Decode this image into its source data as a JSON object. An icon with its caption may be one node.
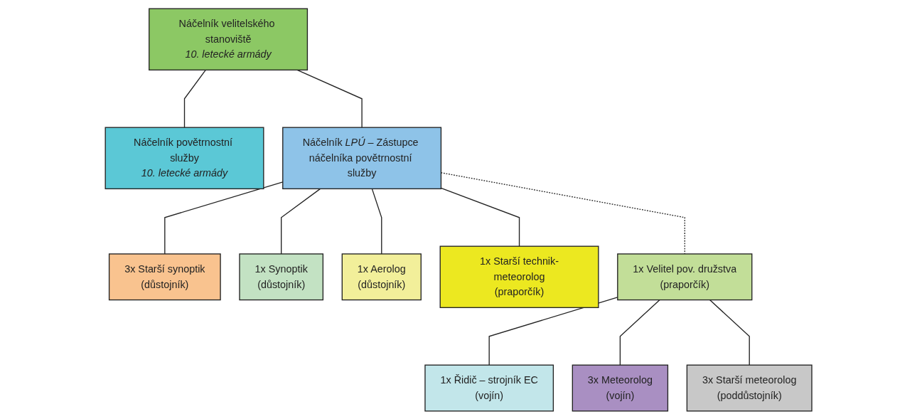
{
  "diagram": {
    "nodes": [
      {
        "text": [
          "Náčelník velitelského stanoviště",
          "10. letecké armády"
        ]
      },
      {
        "text": [
          "Náčelník povětrnostní služby",
          "10. letecké armády"
        ]
      },
      {
        "text": [
          "Náčelník *LPÚ* – Zástupce náčelníka povětrnostní služby"
        ]
      },
      {
        "text": [
          "3x Starší synoptik",
          "(důstojník)"
        ]
      },
      {
        "text": [
          "1x Synoptik",
          "(důstojník)"
        ]
      },
      {
        "text": [
          "1x Aerolog",
          "(důstojník)"
        ]
      },
      {
        "text": [
          "1x Starší technik-meteorolog",
          "(praporčík)"
        ]
      },
      {
        "text": [
          "1x Velitel pov. družstva",
          "(praporčík)"
        ]
      },
      {
        "text": [
          "1x Řidič – strojník EC",
          "(vojín)"
        ]
      },
      {
        "text": [
          "3x Meteorolog",
          "(vojín)"
        ]
      },
      {
        "text": [
          "3x Starší meteorolog",
          "(poddůstojník)"
        ]
      }
    ],
    "edges": [
      {
        "from": 0,
        "to": 1,
        "arrow": "none"
      },
      {
        "from": 0,
        "to": 2,
        "arrow": "none"
      },
      {
        "from": 2,
        "to": 3,
        "arrow": "none"
      },
      {
        "from": 2,
        "to": 4,
        "arrow": "none"
      },
      {
        "from": 2,
        "to": 5,
        "arrow": "none"
      },
      {
        "from": 2,
        "to": 6,
        "arrow": "none"
      },
      {
        "from": 2,
        "to": 7,
        "arrow": "none",
        "style": "dashed"
      },
      {
        "from": 7,
        "to": 8,
        "arrow": "none"
      },
      {
        "from": 7,
        "to": 9,
        "arrow": "none"
      },
      {
        "from": 7,
        "to": 10,
        "arrow": "none"
      }
    ]
  }
}
